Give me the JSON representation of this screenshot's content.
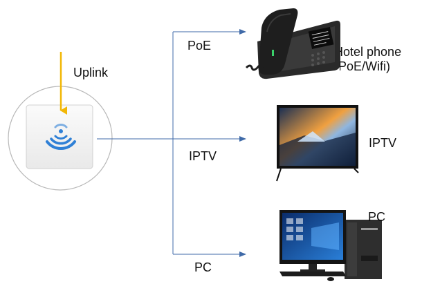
{
  "labels": {
    "uplink": "Uplink",
    "poe": "PoE",
    "iptv": "IPTV",
    "pc": "PC"
  },
  "devices": {
    "phone_line1": "Hotel phone",
    "phone_line2": "(PoE/Wifi)",
    "iptv": "IPTV",
    "pc": "PC"
  },
  "colors": {
    "connector": "#3f6aa8",
    "uplink_arrow": "#f2b705",
    "wifi": "#2f80d6",
    "circle": "#b8b8b8"
  },
  "icons": [
    "access-point-icon",
    "wifi-icon",
    "desk-phone-icon",
    "tv-icon",
    "desktop-pc-icon"
  ]
}
